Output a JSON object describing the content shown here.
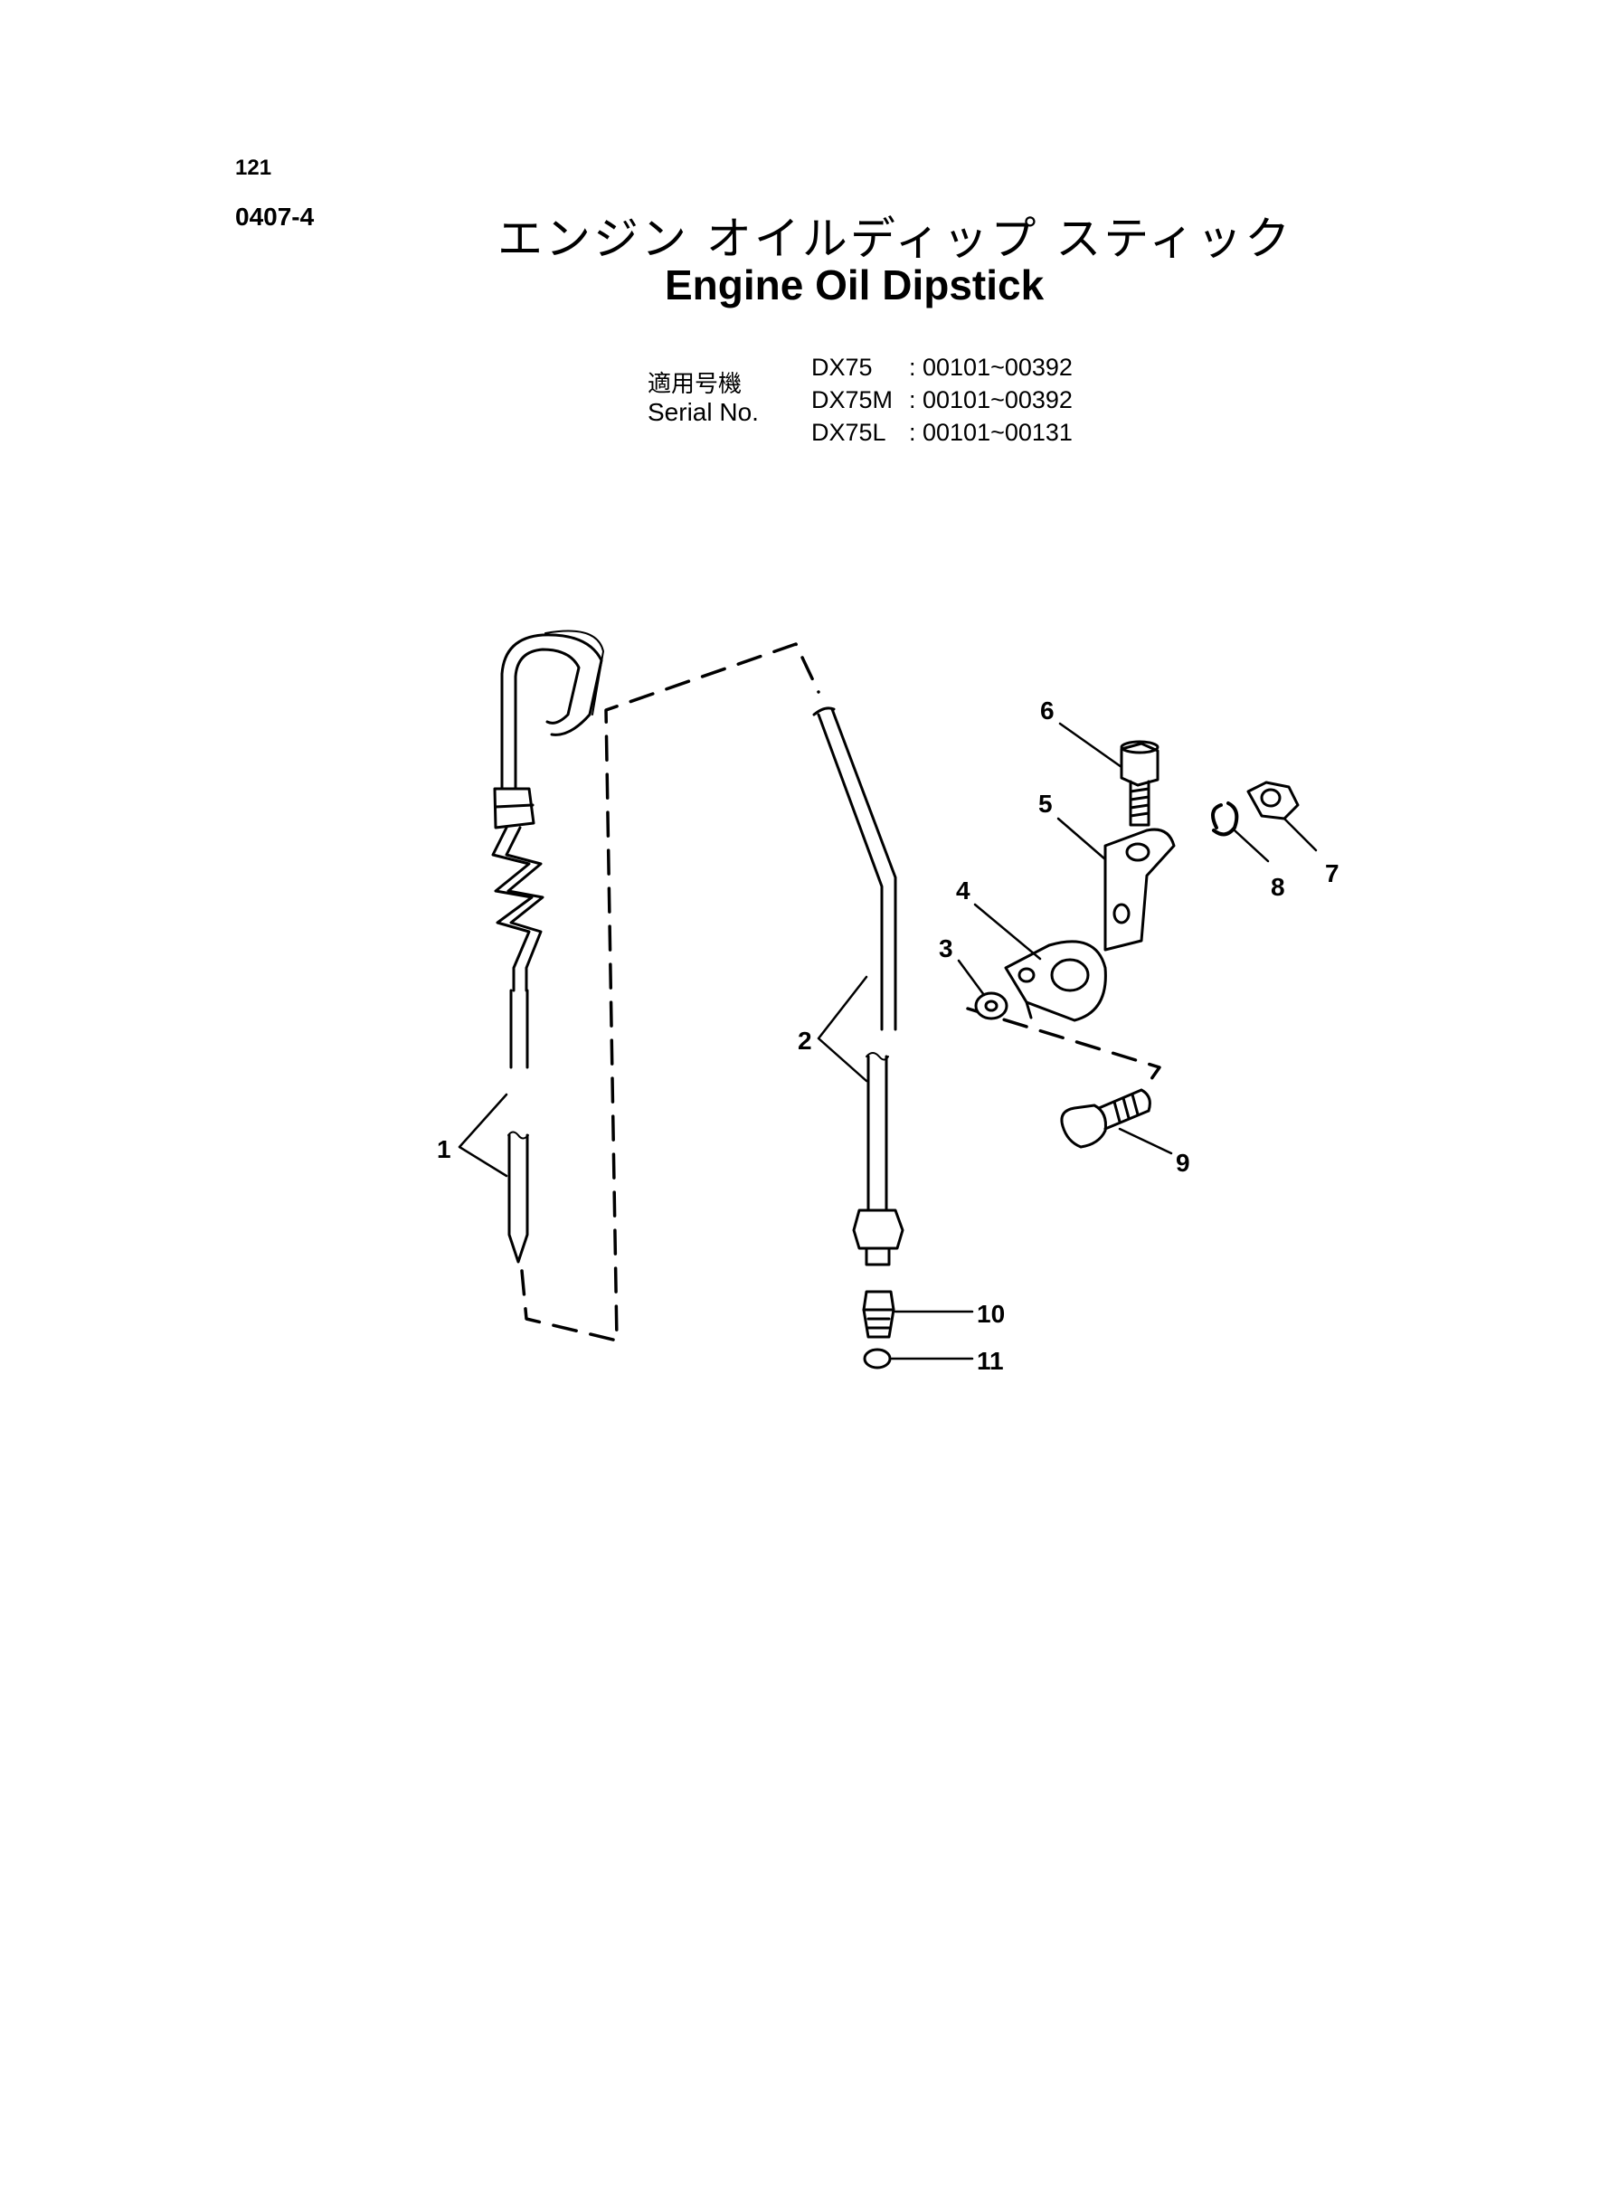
{
  "header": {
    "page_number": "121",
    "ref_code": "0407-4",
    "title_jp": "エンジン オイルディップ スティック",
    "title_en": "Engine Oil Dipstick"
  },
  "serial": {
    "label_jp": "適用号機",
    "label_en": "Serial No.",
    "rows": [
      {
        "model": "DX75",
        "range": ": 00101~00392"
      },
      {
        "model": "DX75M",
        "range": ": 00101~00392"
      },
      {
        "model": "DX75L",
        "range": ": 00101~00131"
      }
    ]
  },
  "callouts": [
    "1",
    "2",
    "3",
    "4",
    "5",
    "6",
    "7",
    "8",
    "9",
    "10",
    "11"
  ]
}
